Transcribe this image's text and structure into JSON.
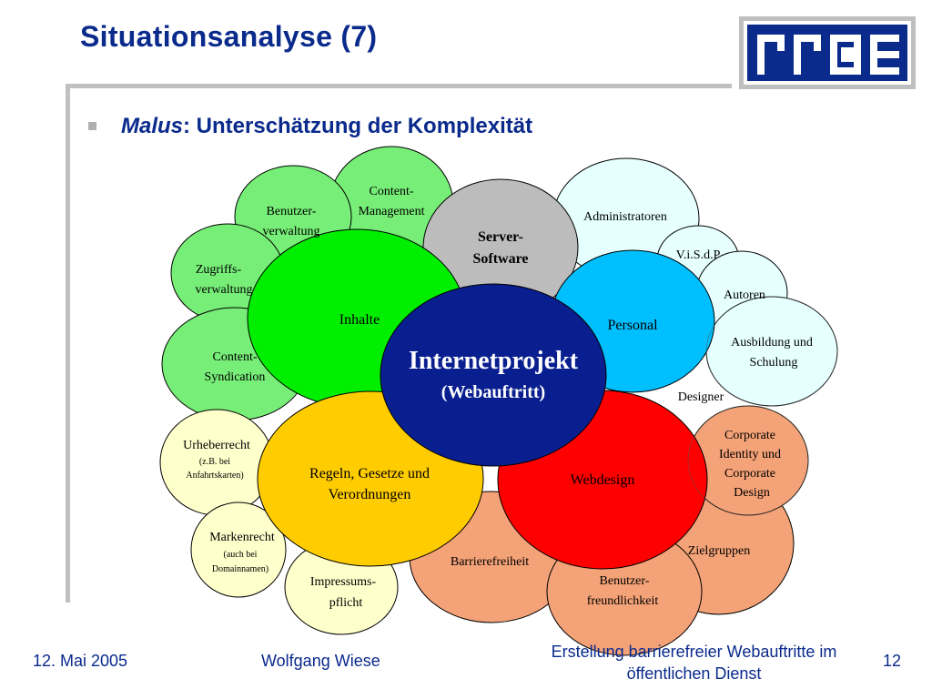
{
  "slide": {
    "title": "Situationsanalyse (7)",
    "subtitle_emphasis": "Malus",
    "subtitle_rest": ": Unterschätzung der Komplexität"
  },
  "diagram": {
    "center": {
      "title": "Internetprojekt",
      "subtitle": "(Webauftritt)"
    },
    "groups": {
      "inhalte": "Inhalte",
      "server": [
        "Server-",
        "Software"
      ],
      "personal": "Personal",
      "webdesign": "Webdesign",
      "regeln": [
        "Regeln, Gesetze und",
        "Verordnungen"
      ]
    },
    "inhalte_items": {
      "benutzerverwaltung": [
        "Benutzer-",
        "verwaltung"
      ],
      "content_management": [
        "Content-",
        "Management"
      ],
      "zugriffsverwaltung": [
        "Zugriffs-",
        "verwaltung"
      ],
      "content_syndication": [
        "Content-",
        "Syndication"
      ]
    },
    "personal_items": {
      "administratoren": "Administratoren",
      "visdp": "V.i.S.d.P",
      "autoren": "Autoren",
      "ausbildung": [
        "Ausbildung und",
        "Schulung"
      ],
      "designer": "Designer"
    },
    "webdesign_items": {
      "corporate": [
        "Corporate",
        "Identity und",
        "Corporate",
        "Design"
      ],
      "zielgruppen": "Zielgruppen",
      "benutzerfreundlichkeit": [
        "Benutzer-",
        "freundlichkeit"
      ],
      "barrierefreiheit": "Barrierefreiheit"
    },
    "regeln_items": {
      "urheberrecht": "Urheberrecht",
      "urheberrecht_note": [
        "(z.B. bei",
        "Anfahrtskarten)"
      ],
      "markenrecht": "Markenrecht",
      "markenrecht_note": [
        "(auch bei",
        "Domainnamen)"
      ],
      "impressumspflicht": [
        "Impressums-",
        "pflicht"
      ]
    },
    "colors": {
      "inhalte": "#00ee00",
      "inhalte_light": "#77ee77",
      "server": "#bcbcbc",
      "personal": "#00bfff",
      "personal_light": "#e6ffff",
      "webdesign": "#ff0000",
      "webdesign_light": "#f4a277",
      "regeln": "#ffcc00",
      "regeln_light": "#ffffcc",
      "center": "#0a1f8f"
    }
  },
  "footer": {
    "date": "12. Mai 2005",
    "author": "Wolfgang Wiese",
    "course_line1": "Erstellung barrierefreier Webauftritte im",
    "course_line2": "öffentlichen Dienst",
    "page": "12"
  }
}
